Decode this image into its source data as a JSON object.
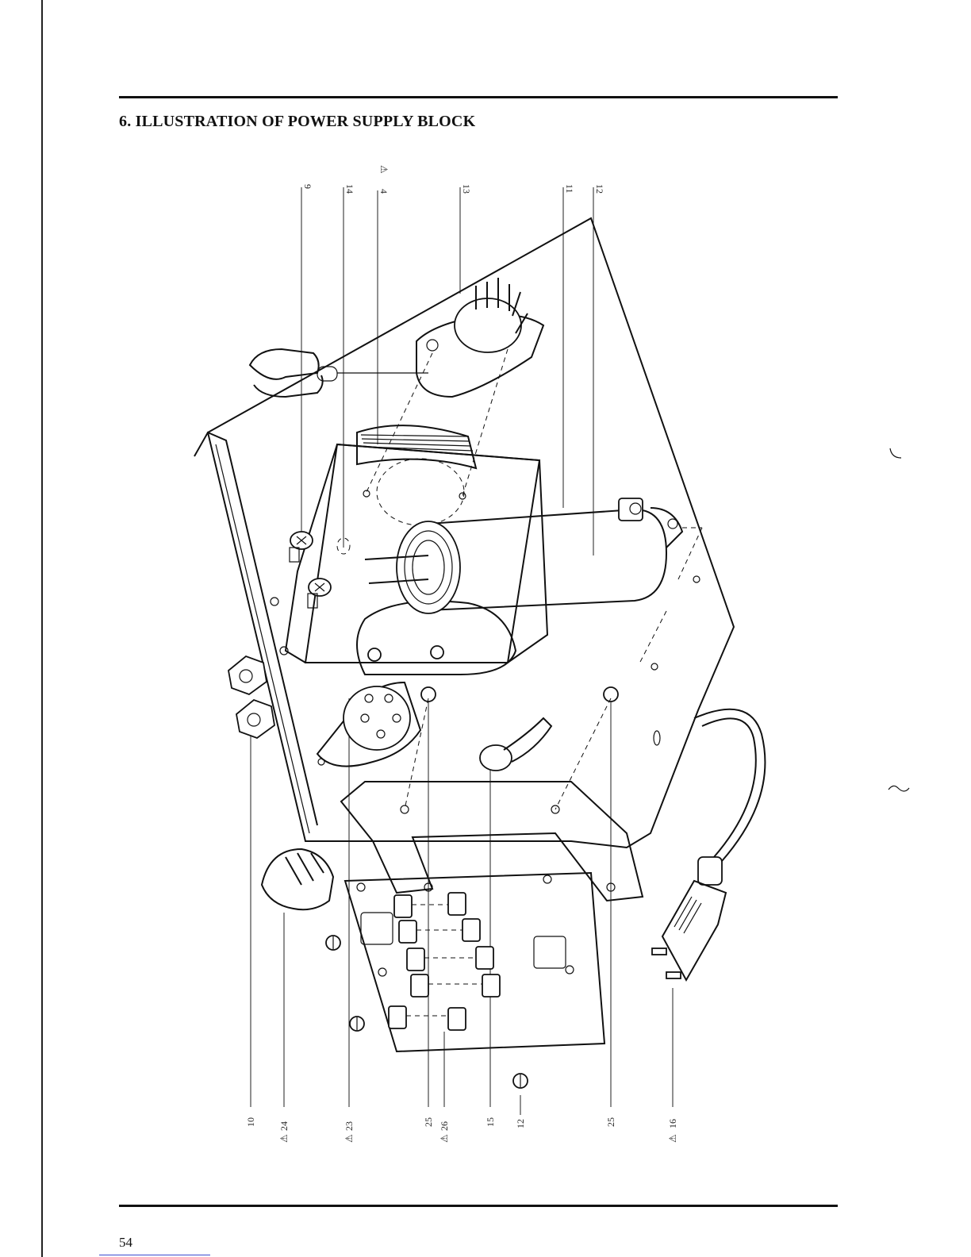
{
  "title": "6. ILLUSTRATION OF POWER SUPPLY BLOCK",
  "page_number": "54",
  "warning_symbol": "⚠",
  "callouts": {
    "top": [
      {
        "label": "9",
        "warning": false
      },
      {
        "label": "14",
        "warning": false
      },
      {
        "label": "4",
        "warning": true
      },
      {
        "label": "13",
        "warning": false
      },
      {
        "label": "11",
        "warning": false
      },
      {
        "label": "12",
        "warning": false
      }
    ],
    "bottom": [
      {
        "label": "10",
        "warning": false
      },
      {
        "label": "24",
        "warning": true
      },
      {
        "label": "23",
        "warning": true
      },
      {
        "label": "25",
        "warning": false
      },
      {
        "label": "26",
        "warning": true
      },
      {
        "label": "15",
        "warning": false
      },
      {
        "label": "12",
        "warning": false
      },
      {
        "label": "25",
        "warning": false
      },
      {
        "label": "16",
        "warning": true
      }
    ]
  }
}
